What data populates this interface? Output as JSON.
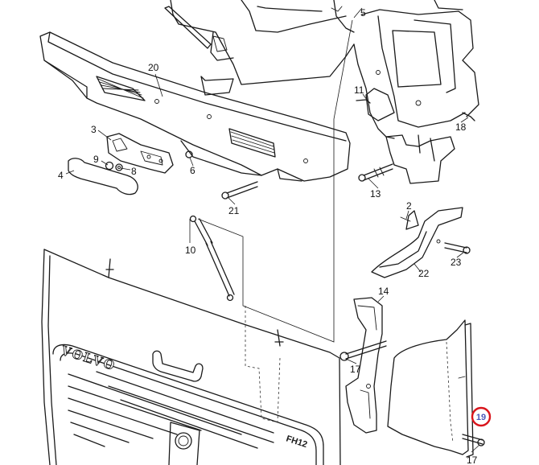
{
  "brand_text": "VOLVO",
  "model_text": "FH12",
  "highlight_color": "#d9141b",
  "callouts": [
    {
      "id": "c2",
      "text": "2"
    },
    {
      "id": "c3",
      "text": "3"
    },
    {
      "id": "c4",
      "text": "4"
    },
    {
      "id": "c5",
      "text": "5"
    },
    {
      "id": "c6",
      "text": "6"
    },
    {
      "id": "c7",
      "text": "7"
    },
    {
      "id": "c8",
      "text": "8"
    },
    {
      "id": "c9",
      "text": "9"
    },
    {
      "id": "c10",
      "text": "10"
    },
    {
      "id": "c11",
      "text": "11"
    },
    {
      "id": "c13",
      "text": "13"
    },
    {
      "id": "c14",
      "text": "14"
    },
    {
      "id": "c17",
      "text": "17"
    },
    {
      "id": "c18",
      "text": "18"
    },
    {
      "id": "c19",
      "text": "19",
      "highlighted": true
    },
    {
      "id": "c20",
      "text": "20"
    },
    {
      "id": "c21",
      "text": "21"
    },
    {
      "id": "c22",
      "text": "22"
    },
    {
      "id": "c23",
      "text": "23"
    }
  ]
}
